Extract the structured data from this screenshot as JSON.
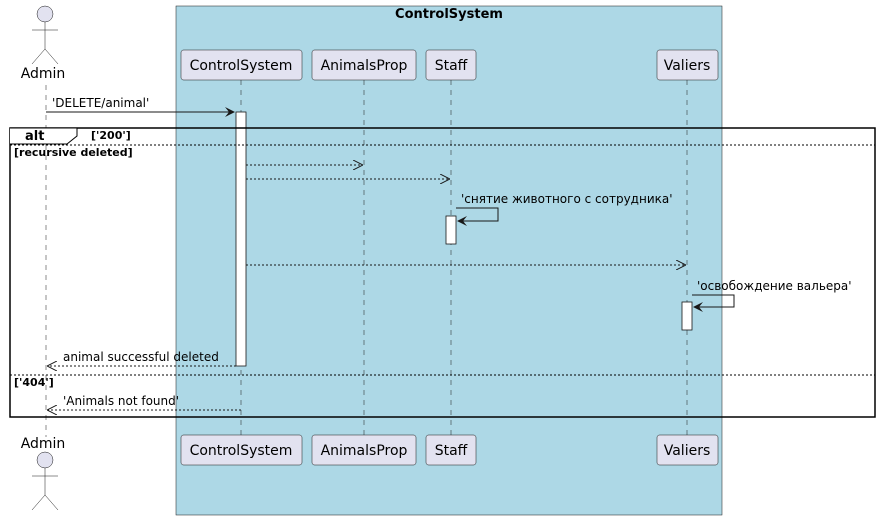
{
  "box": {
    "title": "ControlSystem",
    "fill": "#ADD8E6"
  },
  "actor": {
    "name": "Admin"
  },
  "participants": [
    {
      "id": "cs",
      "label": "ControlSystem"
    },
    {
      "id": "ap",
      "label": "AnimalsProp"
    },
    {
      "id": "st",
      "label": "Staff"
    },
    {
      "id": "va",
      "label": "Valiers"
    }
  ],
  "messages": {
    "m1": "'DELETE/animal'",
    "m2": "'снятие животного с сотрудника'",
    "m3": "'освобождение вальера'",
    "m4": "animal successful deleted",
    "m5": "'Animals not found'"
  },
  "fragment": {
    "keyword": "alt",
    "guard1": "['200']",
    "guard2": "[recursive deleted]",
    "guard3": "['404']"
  },
  "colors": {
    "participant_fill": "#E2E2F0",
    "participant_stroke": "#181818",
    "activation_fill": "#ffffff"
  }
}
